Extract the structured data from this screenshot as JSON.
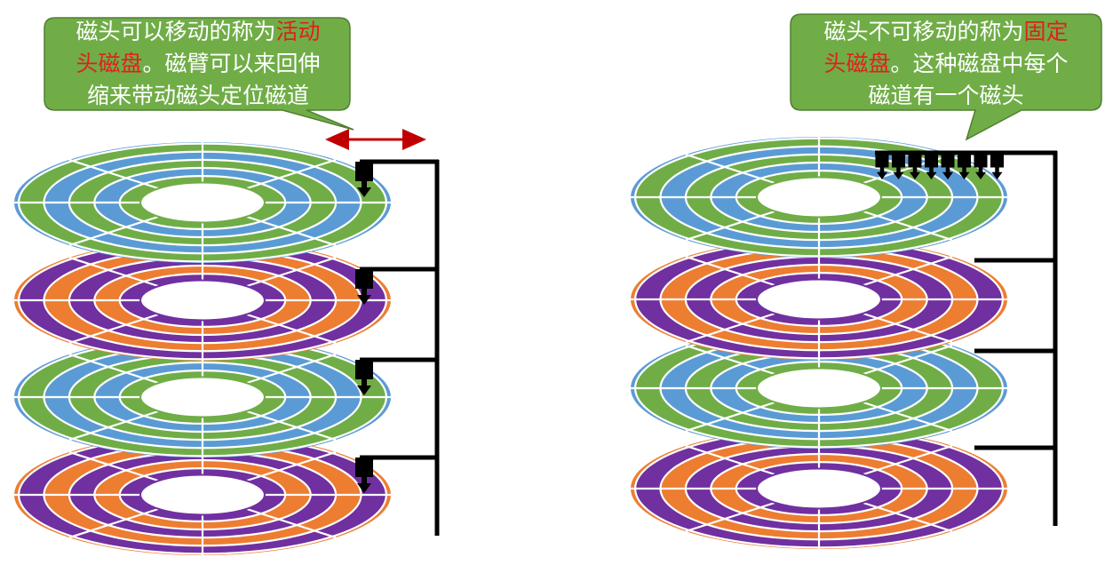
{
  "callouts": {
    "movable": {
      "line1_a": "磁头可以移动的称为",
      "line1_b": "活动",
      "line2_a": "头磁盘",
      "line2_b": "。磁臂可以来回伸",
      "line3": "缩来带动磁头定位磁道"
    },
    "fixed": {
      "line1_a": "磁头不可移动的称为",
      "line1_b": "固定",
      "line2_a": "头磁盘",
      "line2_b": "。这种磁盘中每个",
      "line3": "磁道有一个磁头"
    }
  },
  "colors": {
    "callout_fill": "#70ad47",
    "callout_border": "#507e32",
    "highlight_text": "#e0201c",
    "platter_blue": "#5b9bd5",
    "platter_green": "#70ad47",
    "platter_orange": "#ed7d31",
    "platter_purple": "#7030a0",
    "arm": "#000000",
    "arrow": "#c00000"
  },
  "stacks": {
    "movable_head": {
      "platters": [
        "blue-green",
        "orange-purple",
        "blue-green",
        "orange-purple"
      ],
      "heads_per_platter": 1
    },
    "fixed_head": {
      "platters": [
        "blue-green",
        "orange-purple",
        "blue-green",
        "orange-purple"
      ],
      "heads_on_top_platter": 8
    }
  }
}
